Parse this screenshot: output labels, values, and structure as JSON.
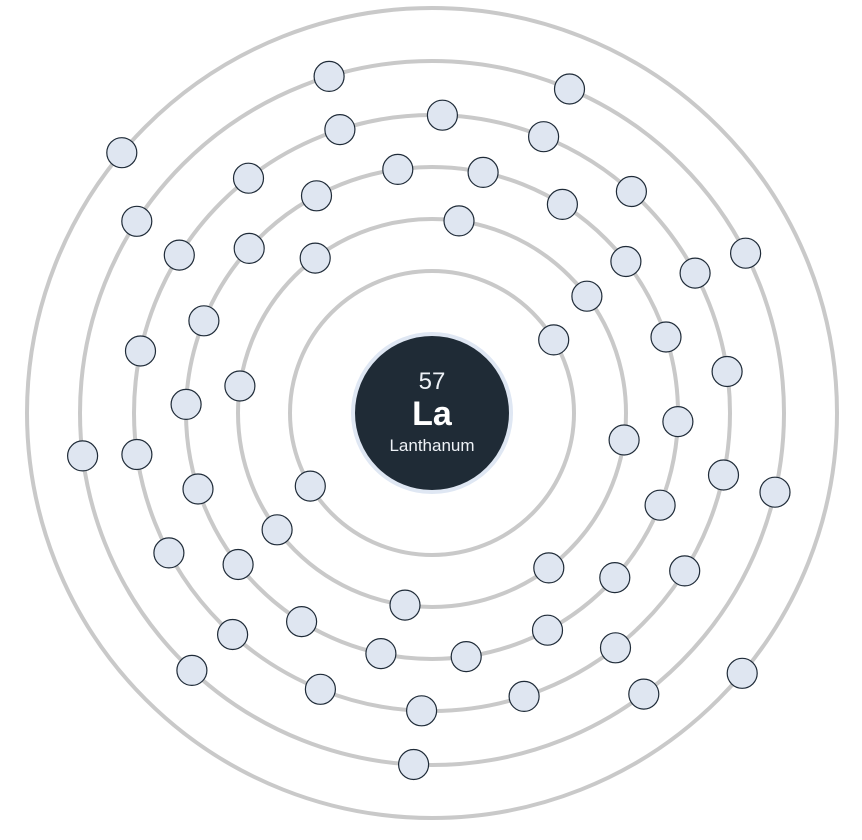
{
  "element": {
    "atomic_number": "57",
    "symbol": "La",
    "name": "Lanthanum"
  },
  "shells": [
    {
      "electrons": 2
    },
    {
      "electrons": 8
    },
    {
      "electrons": 18
    },
    {
      "electrons": 18
    },
    {
      "electrons": 9
    },
    {
      "electrons": 2
    }
  ],
  "colors": {
    "background": "#ffffff",
    "shell_stroke": "#c9c9c9",
    "nucleus_fill": "#1f2b36",
    "nucleus_ring": "#dfe7f3",
    "electron_fill": "#dfe6f1",
    "electron_stroke": "#1f2b38"
  }
}
